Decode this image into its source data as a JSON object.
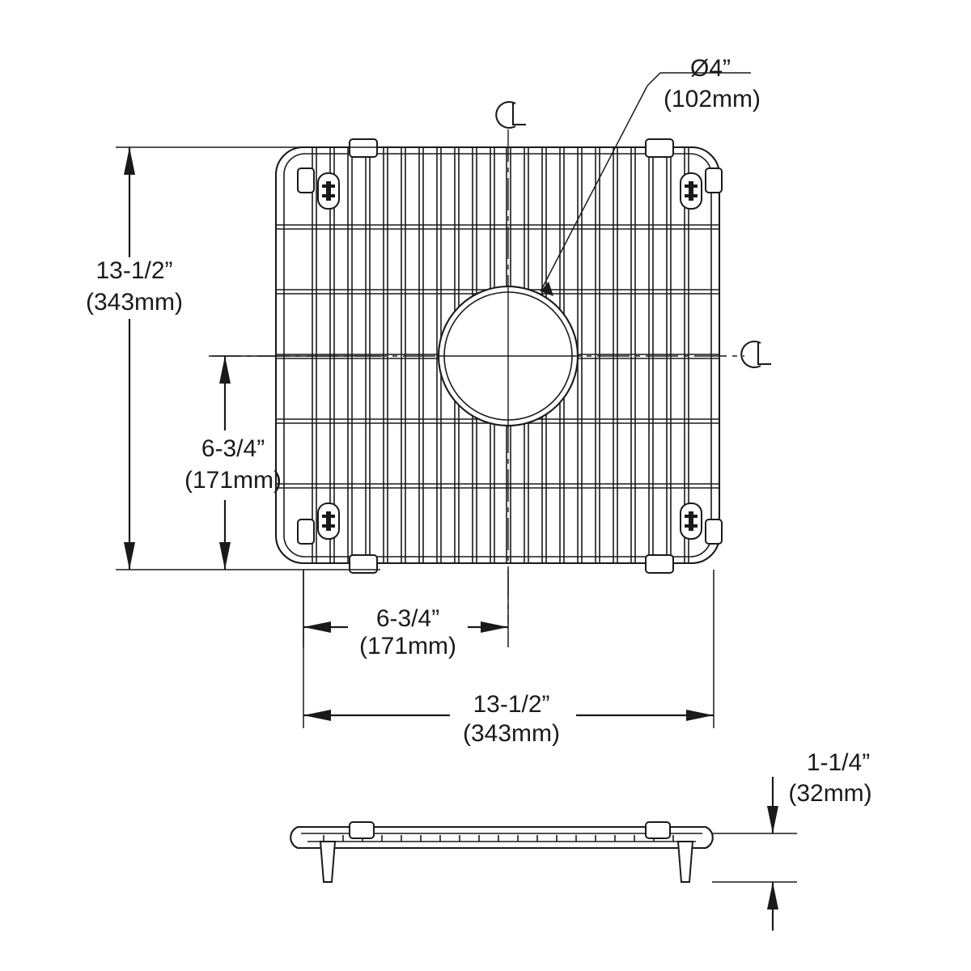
{
  "drawing": {
    "title": "Sink Bottom Grid Technical Drawing",
    "line_color": "#1a1a1a",
    "background": "#ffffff",
    "views": {
      "top": {
        "name": "top-plan-view"
      },
      "side": {
        "name": "side-elevation-view"
      }
    }
  },
  "dimensions": {
    "overall_height": {
      "imperial": "13-1/2”",
      "metric": "(343mm)"
    },
    "half_height": {
      "imperial": "6-3/4”",
      "metric": "(171mm)"
    },
    "half_width": {
      "imperial": "6-3/4”",
      "metric": "(171mm)"
    },
    "overall_width": {
      "imperial": "13-1/2”",
      "metric": "(343mm)"
    },
    "thickness": {
      "imperial": "1-1/4”",
      "metric": "(32mm)"
    },
    "hole_diameter": {
      "imperial": "Ø4”",
      "metric": "(102mm)"
    }
  },
  "symbols": {
    "centerline_vertical": "℄",
    "centerline_horizontal": "℄"
  },
  "grid": {
    "vertical_wire_count": 22,
    "horizontal_wire_count": 5,
    "corner_radius": 34,
    "bumper_count": 4,
    "clip_count": 4,
    "foot_count": 2
  }
}
